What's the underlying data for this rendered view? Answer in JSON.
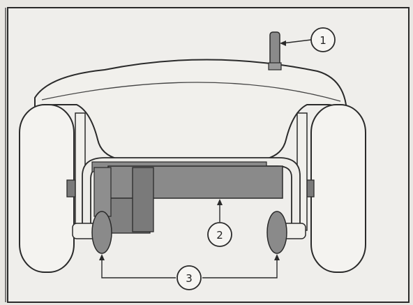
{
  "callouts": [
    {
      "id": "callout-1",
      "label": "1"
    },
    {
      "id": "callout-2",
      "label": "2"
    },
    {
      "id": "callout-3",
      "label": "3"
    }
  ],
  "colors": {
    "paper": "#e9e7e3",
    "ink": "#2a2a2a",
    "tire": "#f4f3f0",
    "mass": "#8a8a8a",
    "mass_dark": "#777777"
  }
}
